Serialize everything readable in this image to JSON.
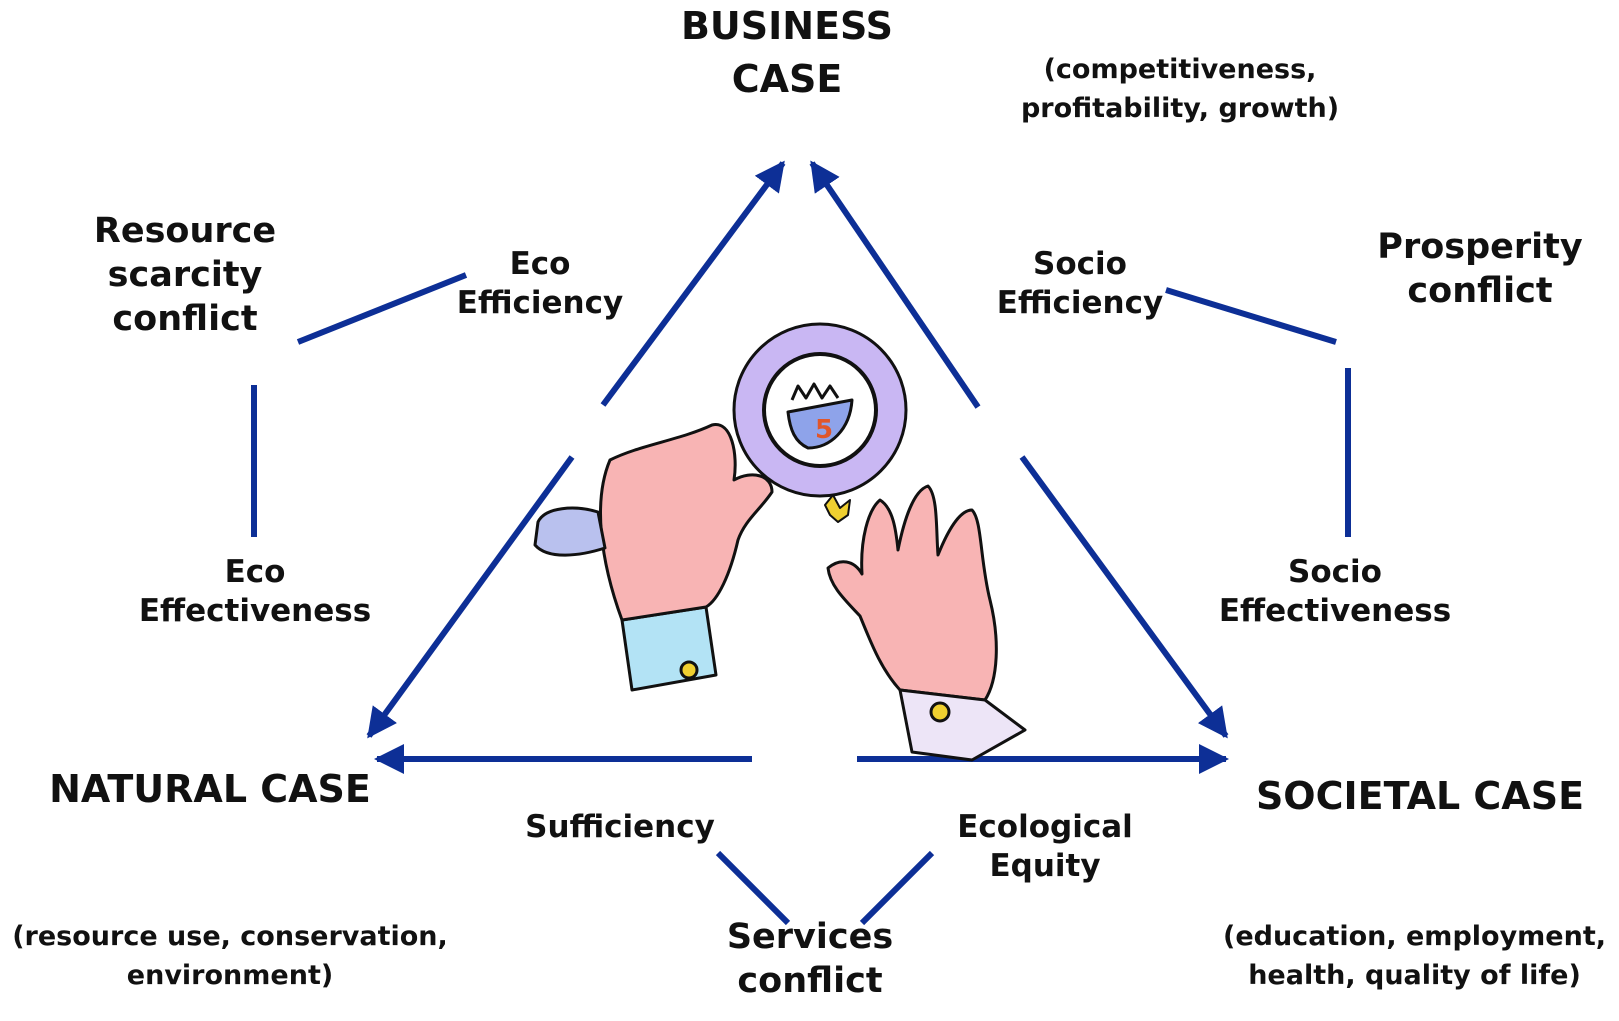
{
  "nodes": {
    "business": {
      "title": "BUSINESS\nCASE",
      "detail": "(competitiveness,\nprofitability, growth)"
    },
    "natural": {
      "title": "NATURAL CASE",
      "detail": "(resource use, conservation,\nenvironment)"
    },
    "societal": {
      "title": "SOCIETAL CASE",
      "detail": "(education, employment,\nhealth, quality of life)"
    }
  },
  "edge_labels": {
    "eco_efficiency": "Eco\nEfficiency",
    "socio_efficiency": "Socio\nEfficiency",
    "eco_effectiveness": "Eco\nEffectiveness",
    "socio_effectiveness": "Socio\nEffectiveness",
    "sufficiency": "Sufficiency",
    "ecological_equity": "Ecological\nEquity"
  },
  "conflicts": {
    "resource_scarcity": "Resource\nscarcity\nconflict",
    "prosperity": "Prosperity\nconflict",
    "services": "Services\nconflict"
  },
  "illustration": {
    "icon": "magnifying-glass-hands-icon"
  },
  "colors": {
    "arrow": "#0d2f96",
    "line": "#0d2f96",
    "text": "#111111"
  }
}
